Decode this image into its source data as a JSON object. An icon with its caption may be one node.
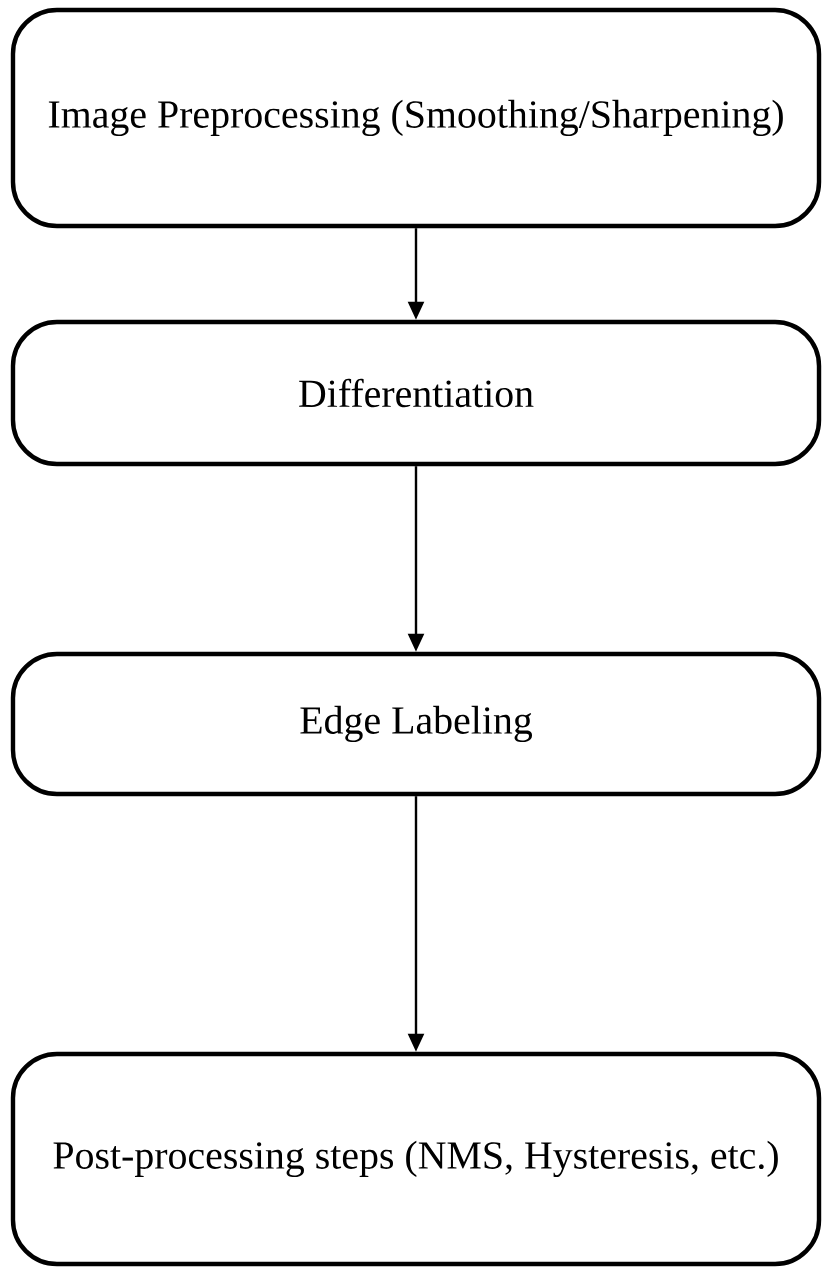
{
  "diagram": {
    "nodes": [
      {
        "text": [
          "Image Preprocessing (Smoothing/Sharpening)"
        ]
      },
      {
        "text": [
          "Differentiation"
        ]
      },
      {
        "text": [
          "Edge Labeling"
        ]
      },
      {
        "text": [
          "Post-processing steps (NMS, Hysteresis, etc.)"
        ]
      }
    ],
    "edges": [
      {
        "from": 0,
        "to": 1,
        "arrow": "to"
      },
      {
        "from": 1,
        "to": 2,
        "arrow": "to"
      },
      {
        "from": 2,
        "to": 3,
        "arrow": "to"
      }
    ]
  }
}
